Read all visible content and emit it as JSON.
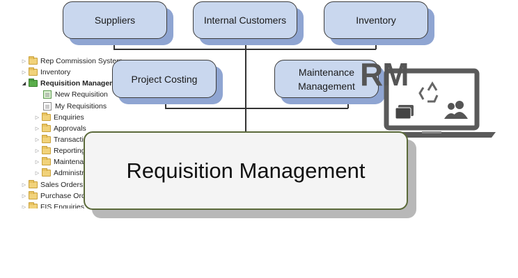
{
  "modules": {
    "suppliers": "Suppliers",
    "internal_customers": "Internal Customers",
    "inventory": "Inventory",
    "project_costing": "Project Costing",
    "maintenance_line1": "Maintenance",
    "maintenance_line2": "Management"
  },
  "tree": {
    "items": [
      {
        "label": "Rep Commission System",
        "icon": "folder-icon"
      },
      {
        "label": "Inventory",
        "icon": "folder-icon"
      },
      {
        "label": "Requisition Management",
        "icon": "folder-green-icon"
      },
      {
        "label": "New Requisition",
        "icon": "document-icon"
      },
      {
        "label": "My Requisitions",
        "icon": "document-icon"
      },
      {
        "label": "Enquiries",
        "icon": "folder-icon"
      },
      {
        "label": "Approvals",
        "icon": "folder-icon"
      },
      {
        "label": "Transactions",
        "icon": "folder-icon"
      },
      {
        "label": "Reporting",
        "icon": "folder-icon"
      },
      {
        "label": "Maintenance",
        "icon": "folder-icon"
      },
      {
        "label": "Administration",
        "icon": "folder-icon"
      },
      {
        "label": "Sales Orders",
        "icon": "folder-icon"
      },
      {
        "label": "Purchase Orders",
        "icon": "folder-icon"
      },
      {
        "label": "FIS Enquiries",
        "icon": "folder-icon"
      }
    ]
  },
  "central": {
    "title": "Requisition Management"
  },
  "logo": {
    "text": "RM",
    "icon": "laptop-icon"
  },
  "colors": {
    "module_fill": "#c9d7ee",
    "module_shadow": "#8fa5d2",
    "central_border": "#5b6a3a",
    "central_fill": "#f4f4f4"
  }
}
